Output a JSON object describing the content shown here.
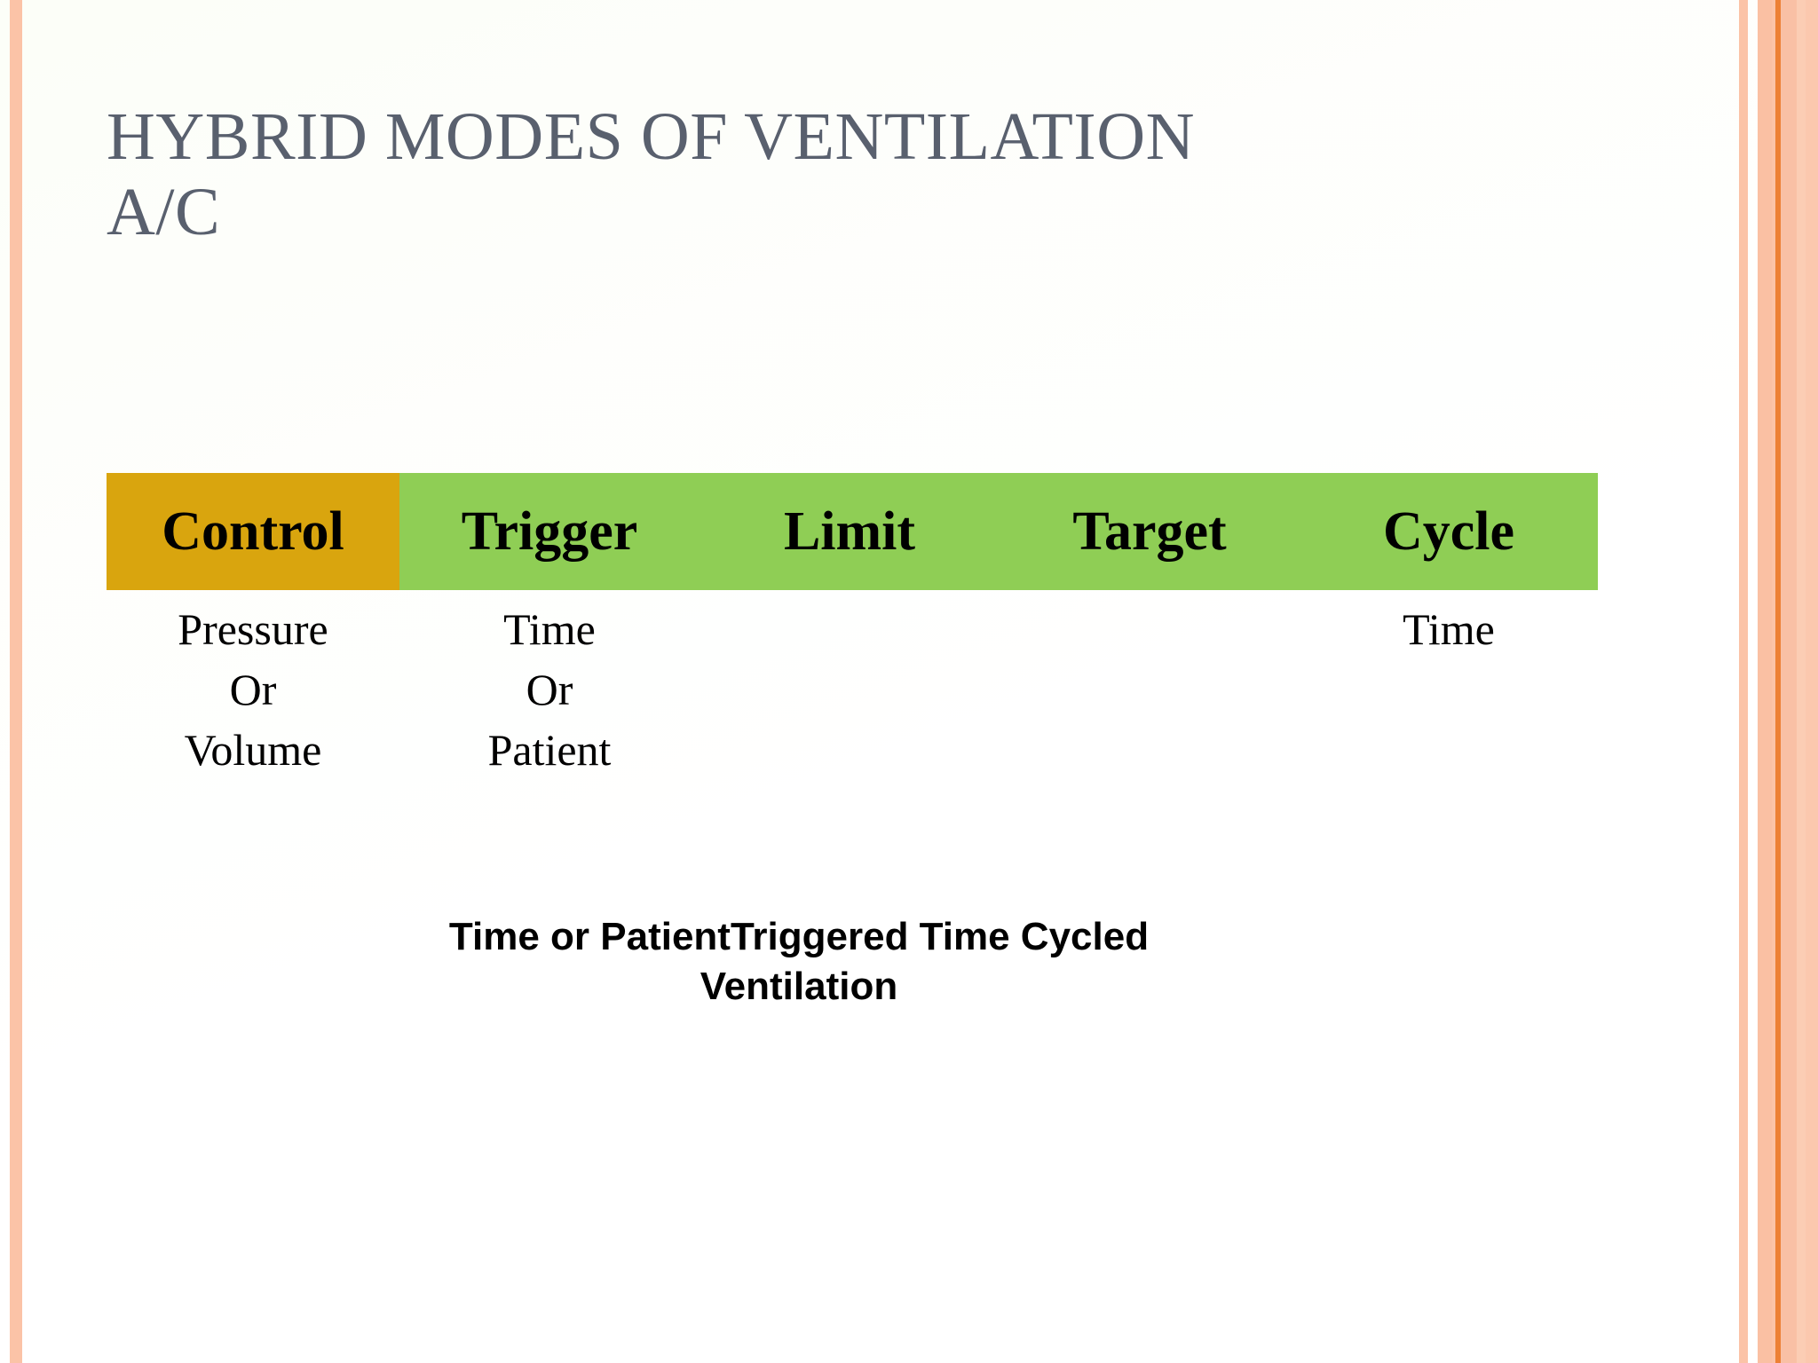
{
  "slide": {
    "background_color": "#fdfefb",
    "title": "HYBRID MODES OF VENTILATION\nA/C",
    "title_color": "#59606e"
  },
  "decor": {
    "left_stripe_color": "#fbc3a7",
    "right_stripe_color": "#fbc3a7",
    "right_accent_line_color": "#ed8035"
  },
  "table": {
    "header_gold_color": "#d9a50e",
    "header_green_color": "#8fce55",
    "columns": [
      {
        "header": "Control",
        "value": "Pressure\nOr\nVolume"
      },
      {
        "header": "Trigger",
        "value": "Time\nOr\nPatient"
      },
      {
        "header": "Limit",
        "value": ""
      },
      {
        "header": "Target",
        "value": ""
      },
      {
        "header": "Cycle",
        "value": "Time"
      }
    ]
  },
  "caption": {
    "text": "Time or PatientTriggered Time Cycled\nVentilation"
  }
}
